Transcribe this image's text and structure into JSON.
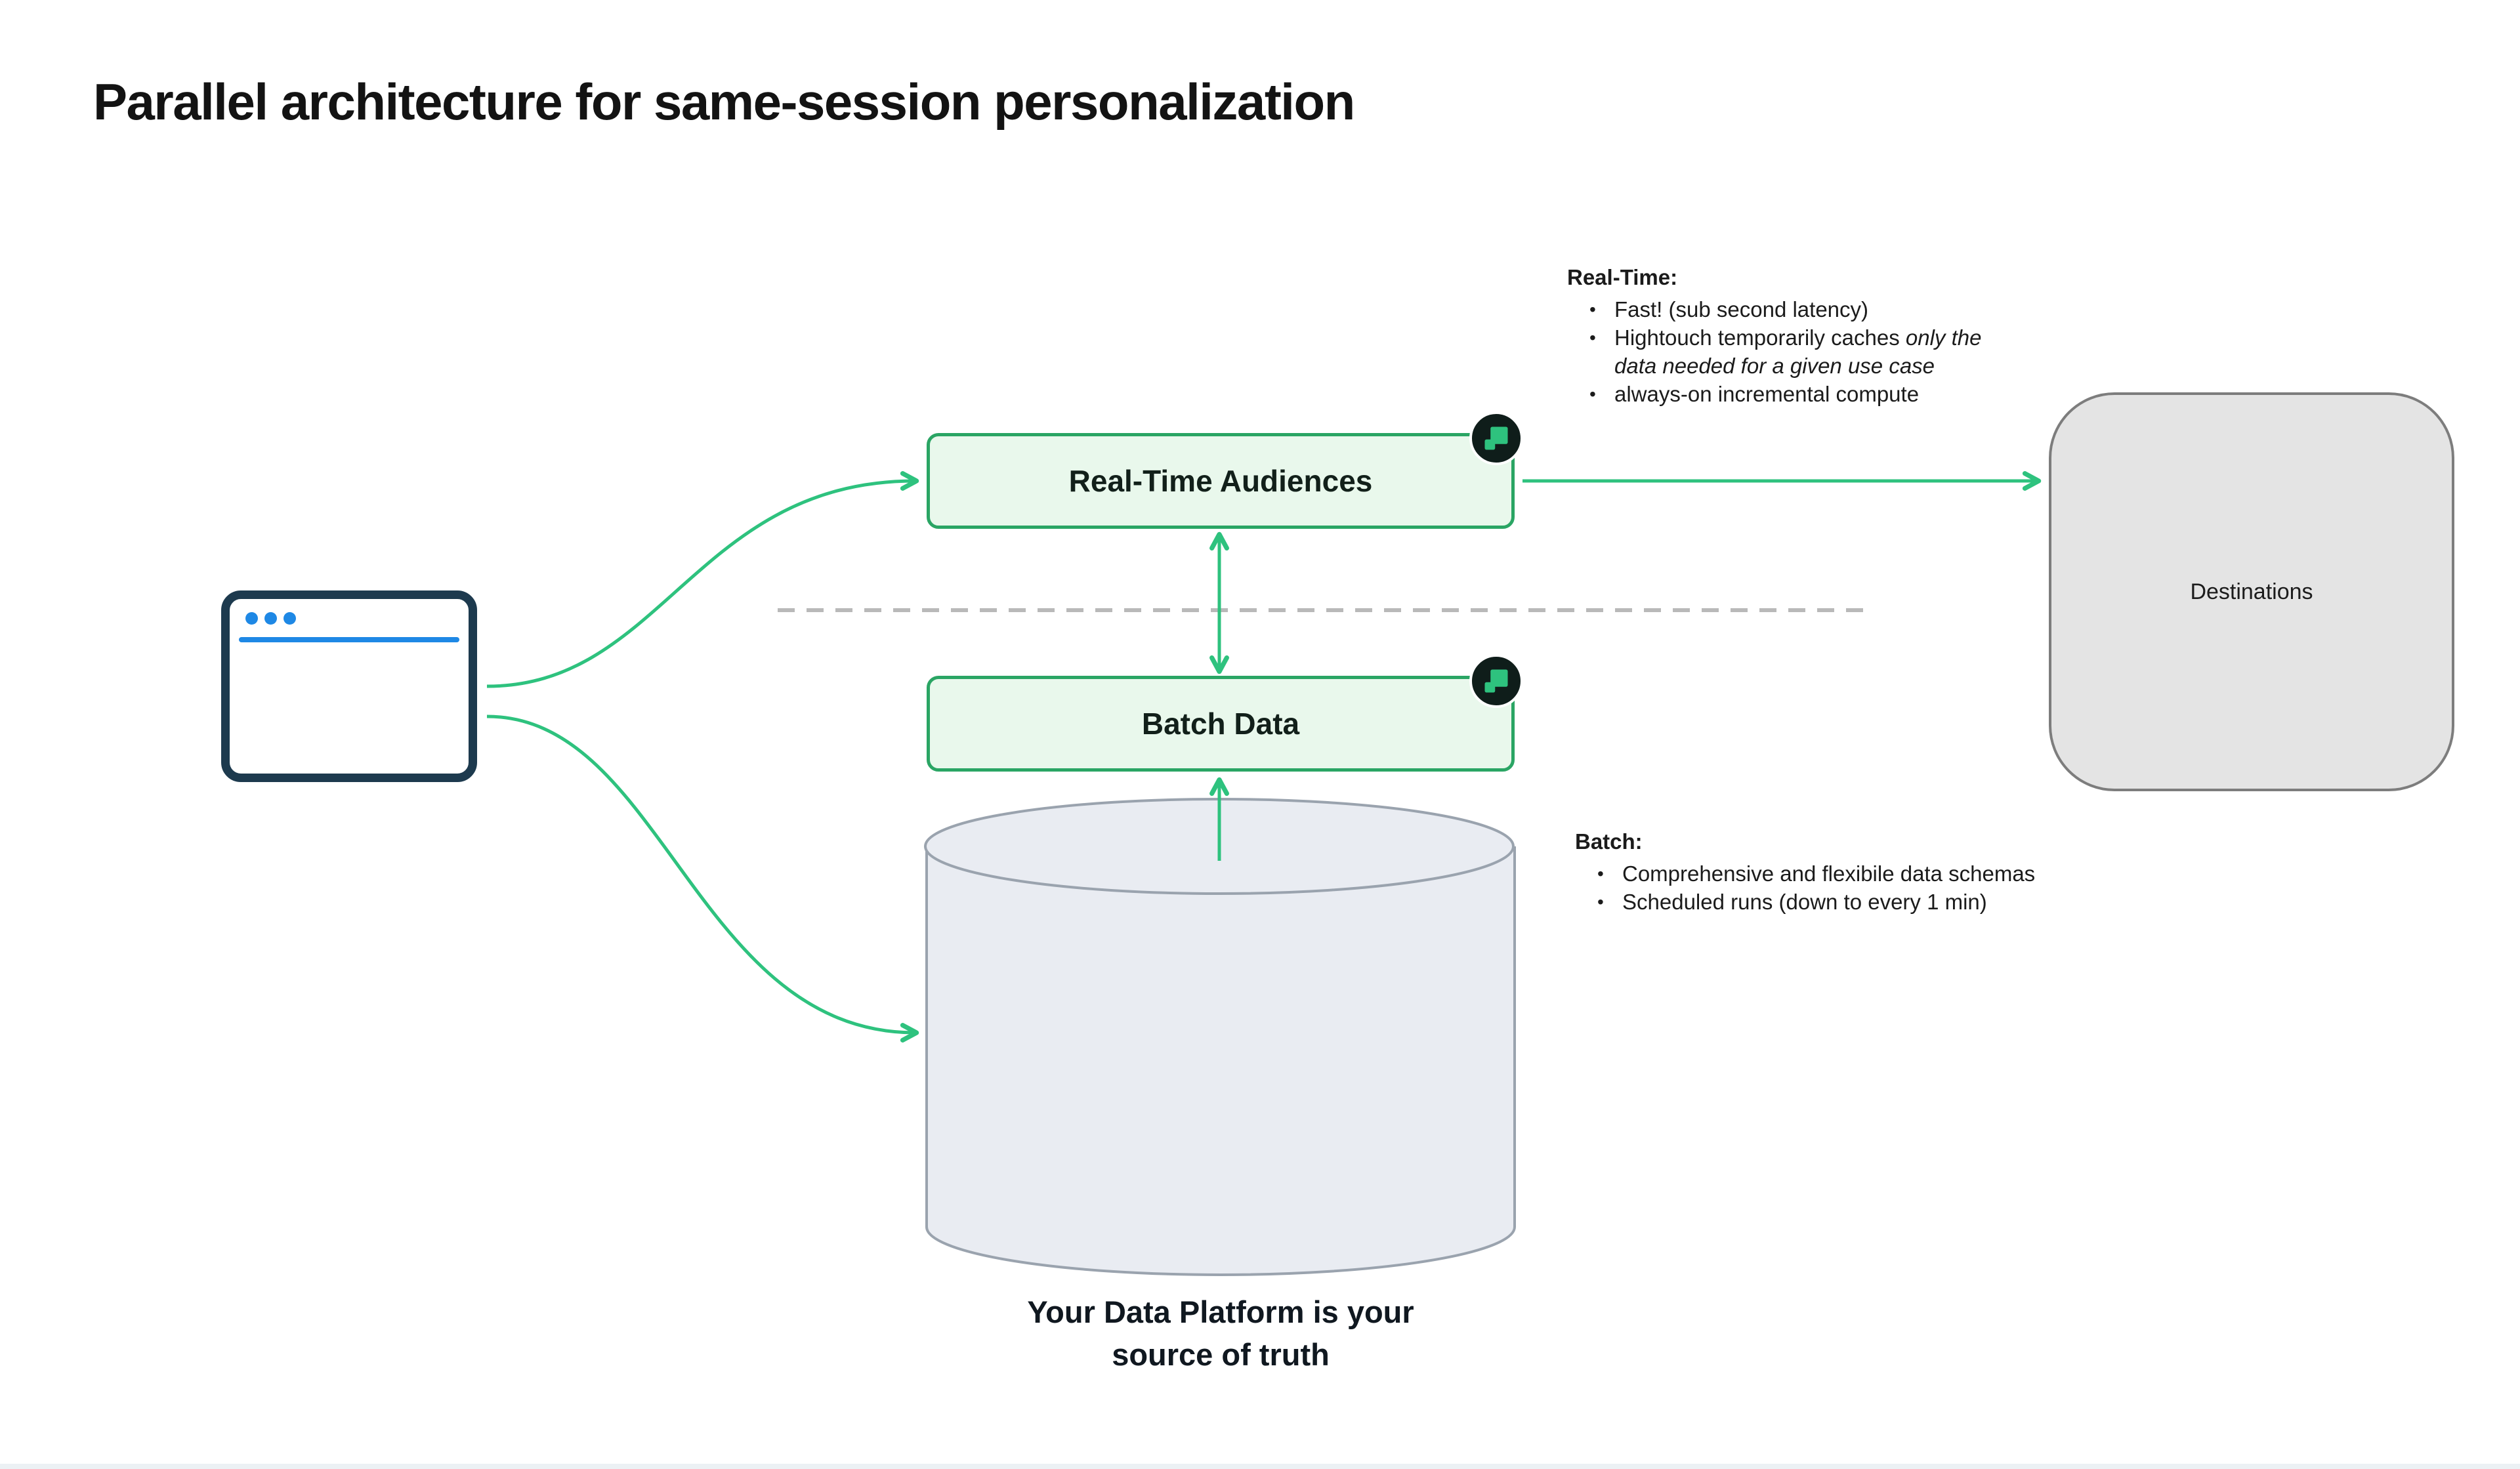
{
  "title": "Parallel architecture for same-session personalization",
  "colors": {
    "ink": "#131313",
    "green": "#2ec27e",
    "green-border": "#2aa564",
    "green-fill": "#e9f8ec",
    "badge-bg": "#0f1d1a",
    "navy": "#1d3a4e",
    "blue": "#1e88e5",
    "dest-fill": "#e4e4e4",
    "dest-border": "#7d7d7d",
    "cyl-fill": "#e9ecf2",
    "cyl-border": "#9aa3ae",
    "dash": "#b9b9b9"
  },
  "nodes": {
    "realtime": {
      "label": "Real-Time Audiences"
    },
    "batch": {
      "label": "Batch Data"
    },
    "destinations": {
      "label": "Destinations"
    },
    "source_caption": {
      "line1": "Your Data Platform is your",
      "line2": "source of truth"
    }
  },
  "annotations": {
    "realtime": {
      "heading": "Real-Time:",
      "bullets": [
        {
          "plain": "Fast! (sub second latency)",
          "italic": ""
        },
        {
          "plain": "Hightouch temporarily caches ",
          "italic": "only the data needed for a given use case"
        },
        {
          "plain": "always-on incremental compute",
          "italic": ""
        }
      ]
    },
    "batch": {
      "heading": "Batch:",
      "bullets": [
        {
          "plain": "Comprehensive and flexibile data schemas",
          "italic": ""
        },
        {
          "plain": "Scheduled runs (down to every 1 min)",
          "italic": ""
        }
      ]
    }
  },
  "icons": {
    "badge": "hightouch-logo-icon",
    "source": "browser-window-icon",
    "database": "database-cylinder"
  }
}
